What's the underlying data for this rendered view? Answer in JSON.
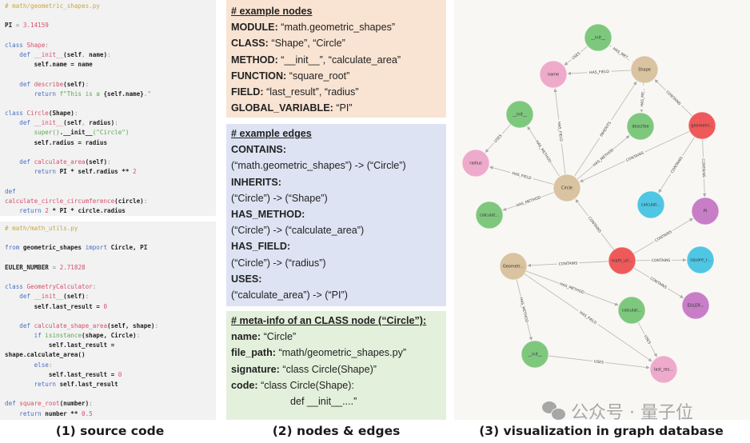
{
  "source_code": {
    "file1": [
      [
        [
          "comment",
          "# math/geometric_shapes.py"
        ]
      ],
      [],
      [
        [
          "plain",
          "PI"
        ],
        [
          "punct",
          " = "
        ],
        [
          "num",
          "3.14159"
        ]
      ],
      [],
      [
        [
          "kw",
          "class "
        ],
        [
          "name",
          "Shape"
        ],
        [
          "punct",
          ":"
        ]
      ],
      [
        [
          "kw",
          "    def "
        ],
        [
          "name",
          "__init__"
        ],
        [
          "plain",
          "(self"
        ],
        [
          "punct",
          ", "
        ],
        [
          "plain",
          "name)"
        ],
        [
          "punct",
          ":"
        ]
      ],
      [
        [
          "plain",
          "        self.name = name"
        ]
      ],
      [],
      [
        [
          "kw",
          "    def "
        ],
        [
          "name",
          "describe"
        ],
        [
          "plain",
          "(self)"
        ],
        [
          "punct",
          ":"
        ]
      ],
      [
        [
          "kw",
          "        return "
        ],
        [
          "str",
          "f\"This is a "
        ],
        [
          "plain",
          "{self.name}"
        ],
        [
          "str",
          ".\""
        ]
      ],
      [],
      [
        [
          "kw",
          "class "
        ],
        [
          "name",
          "Circle"
        ],
        [
          "plain",
          "(Shape)"
        ],
        [
          "punct",
          ":"
        ]
      ],
      [
        [
          "kw",
          "    def "
        ],
        [
          "name",
          "__init__"
        ],
        [
          "plain",
          "(self"
        ],
        [
          "punct",
          ", "
        ],
        [
          "plain",
          "radius)"
        ],
        [
          "punct",
          ":"
        ]
      ],
      [
        [
          "bi",
          "        super()"
        ],
        [
          "plain",
          ".__init__"
        ],
        [
          "str",
          "(\"Circle\")"
        ]
      ],
      [
        [
          "plain",
          "        self.radius = radius"
        ]
      ],
      [],
      [
        [
          "kw",
          "    def "
        ],
        [
          "name",
          "calculate_area"
        ],
        [
          "plain",
          "(self)"
        ],
        [
          "punct",
          ":"
        ]
      ],
      [
        [
          "kw",
          "        return "
        ],
        [
          "plain",
          "PI * self.radius ** "
        ],
        [
          "num",
          "2"
        ]
      ],
      [],
      [
        [
          "kw",
          "def"
        ]
      ],
      [
        [
          "name",
          "calculate_circle_circumference"
        ],
        [
          "plain",
          "(circle)"
        ],
        [
          "punct",
          ":"
        ]
      ],
      [
        [
          "kw",
          "    return "
        ],
        [
          "num",
          "2"
        ],
        [
          "plain",
          " * PI * circle.radius"
        ]
      ]
    ],
    "file2": [
      [
        [
          "comment",
          "# math/math_utils.py"
        ]
      ],
      [],
      [
        [
          "kw",
          "from "
        ],
        [
          "plain",
          "geometric_shapes "
        ],
        [
          "kw",
          "import "
        ],
        [
          "plain",
          "Circle, PI"
        ]
      ],
      [],
      [
        [
          "plain",
          "EULER_NUMBER"
        ],
        [
          "punct",
          " = "
        ],
        [
          "num",
          "2.71828"
        ]
      ],
      [],
      [
        [
          "kw",
          "class "
        ],
        [
          "name",
          "GeometryCalculator"
        ],
        [
          "punct",
          ":"
        ]
      ],
      [
        [
          "kw",
          "    def "
        ],
        [
          "name",
          "__init__"
        ],
        [
          "plain",
          "(self)"
        ],
        [
          "punct",
          ":"
        ]
      ],
      [
        [
          "plain",
          "        self.last_result = "
        ],
        [
          "num",
          "0"
        ]
      ],
      [],
      [
        [
          "kw",
          "    def "
        ],
        [
          "name",
          "calculate_shape_area"
        ],
        [
          "plain",
          "(self, shape)"
        ],
        [
          "punct",
          ":"
        ]
      ],
      [
        [
          "kw",
          "        if "
        ],
        [
          "bi",
          "isinstance"
        ],
        [
          "plain",
          "(shape, Circle)"
        ],
        [
          "punct",
          ":"
        ]
      ],
      [
        [
          "plain",
          "            self.last_result ="
        ]
      ],
      [
        [
          "plain",
          "shape.calculate_area()"
        ]
      ],
      [
        [
          "kw",
          "        else"
        ],
        [
          "punct",
          ":"
        ]
      ],
      [
        [
          "plain",
          "            self.last_result = "
        ],
        [
          "num",
          "0"
        ]
      ],
      [
        [
          "kw",
          "        return "
        ],
        [
          "plain",
          "self.last_result"
        ]
      ],
      [],
      [
        [
          "kw",
          "def "
        ],
        [
          "name",
          "square_root"
        ],
        [
          "plain",
          "(number)"
        ],
        [
          "punct",
          ":"
        ]
      ],
      [
        [
          "kw",
          "    return "
        ],
        [
          "plain",
          "number ** "
        ],
        [
          "num",
          "0.5"
        ]
      ]
    ],
    "caption": "(1) source code"
  },
  "nodes_edges": {
    "nodes_box": {
      "header": "# example nodes",
      "rows": [
        {
          "key": "MODULE:",
          "value": " “math.geometric_shapes”"
        },
        {
          "key": "CLASS:",
          "value": " “Shape”, “Circle”"
        },
        {
          "key": "METHOD:",
          "value": " “__init__”, “calculate_area”"
        },
        {
          "key": "FUNCTION:",
          "value": " “square_root”"
        },
        {
          "key": "FIELD:",
          "value": " “last_result”, “radius”"
        },
        {
          "key": "GLOBAL_VARIABLE:",
          "value": " “PI”"
        }
      ]
    },
    "edges_box": {
      "header": "# example edges",
      "rows": [
        {
          "key": "CONTAINS:",
          "value": "(“math.geometric_shapes”) -> (“Circle”)"
        },
        {
          "key": "INHERITS:",
          "value": "(“Circle”) -> (“Shape”)"
        },
        {
          "key": "HAS_METHOD:",
          "value": "(“Circle”) -> (“calculate_area”)"
        },
        {
          "key": "HAS_FIELD:",
          "value": "(“Circle”) -> (“radius”)"
        },
        {
          "key": "USES:",
          "value": "(“calculate_area”) -> (“PI”)"
        }
      ]
    },
    "meta_box": {
      "header": "# meta-info of an CLASS node (“Circle”):",
      "rows": [
        {
          "key": "name:",
          "value": " “Circle”"
        },
        {
          "key": "file_path:",
          "value": " “math/geometric_shapes.py”"
        },
        {
          "key": "signature:",
          "value": " “class Circle(Shape)”"
        },
        {
          "key": "code:",
          "value": " “class Circle(Shape):"
        }
      ],
      "continuation": "def __init__....”"
    },
    "caption": "(2) nodes & edges"
  },
  "graph": {
    "caption": "(3) visualization in graph database",
    "colors": {
      "class": "#d9c3a0",
      "method": "#7ec87e",
      "field": "#eeaacb",
      "module": "#ee5a5a",
      "function": "#4fc6e3",
      "global_variable": "#c77ec7"
    },
    "nodes": [
      {
        "id": "init1",
        "label": "__init__",
        "type": "method"
      },
      {
        "id": "name",
        "label": "name",
        "type": "field"
      },
      {
        "id": "shape",
        "label": "Shape",
        "type": "class"
      },
      {
        "id": "init2",
        "label": "__init__",
        "type": "method"
      },
      {
        "id": "describe",
        "label": "describe",
        "type": "method"
      },
      {
        "id": "geomod",
        "label": "geometri...",
        "type": "module"
      },
      {
        "id": "radius",
        "label": "radius",
        "type": "field"
      },
      {
        "id": "circle",
        "label": "Circle",
        "type": "class"
      },
      {
        "id": "calc1",
        "label": "calculat...",
        "type": "method"
      },
      {
        "id": "calc2",
        "label": "calculat...",
        "type": "function"
      },
      {
        "id": "pi",
        "label": "PI",
        "type": "global_variable"
      },
      {
        "id": "geocalc",
        "label": "Geometr...",
        "type": "class"
      },
      {
        "id": "mathutils",
        "label": "math_uti...",
        "type": "module"
      },
      {
        "id": "sqroot",
        "label": "square_r...",
        "type": "function"
      },
      {
        "id": "euler",
        "label": "EULER...",
        "type": "global_variable"
      },
      {
        "id": "calc3",
        "label": "calculat...",
        "type": "method"
      },
      {
        "id": "init3",
        "label": "__init__",
        "type": "method"
      },
      {
        "id": "lastres",
        "label": "last_res...",
        "type": "field"
      }
    ],
    "edges": [
      {
        "from": "init1",
        "to": "name",
        "label": "USES"
      },
      {
        "from": "shape",
        "to": "init1",
        "label": "HAS_MET..."
      },
      {
        "from": "shape",
        "to": "name",
        "label": "HAS_FIELD"
      },
      {
        "from": "shape",
        "to": "describe",
        "label": "HAS_ME..."
      },
      {
        "from": "geomod",
        "to": "shape",
        "label": "CONTAINS"
      },
      {
        "from": "init2",
        "to": "radius",
        "label": "USES"
      },
      {
        "from": "circle",
        "to": "init2",
        "label": "HAS_METHOD"
      },
      {
        "from": "circle",
        "to": "name",
        "label": "HAS_FIELD"
      },
      {
        "from": "circle",
        "to": "shape",
        "label": "INHERITS"
      },
      {
        "from": "circle",
        "to": "describe",
        "label": "HAS_METHOD"
      },
      {
        "from": "geomod",
        "to": "circle",
        "label": "CONTAINS"
      },
      {
        "from": "circle",
        "to": "radius",
        "label": "HAS_FIELD"
      },
      {
        "from": "circle",
        "to": "calc1",
        "label": "HAS_METHOD"
      },
      {
        "from": "geomod",
        "to": "calc2",
        "label": "CONTAINS"
      },
      {
        "from": "geomod",
        "to": "pi",
        "label": "CONTAINS"
      },
      {
        "from": "mathutils",
        "to": "circle",
        "label": "CONTAINS"
      },
      {
        "from": "mathutils",
        "to": "pi",
        "label": "CONTAINS"
      },
      {
        "from": "mathutils",
        "to": "geocalc",
        "label": "CONTAINS"
      },
      {
        "from": "mathutils",
        "to": "sqroot",
        "label": "CONTAINS"
      },
      {
        "from": "mathutils",
        "to": "euler",
        "label": "CONTAINS"
      },
      {
        "from": "geocalc",
        "to": "calc3",
        "label": "HAS_METHOD"
      },
      {
        "from": "geocalc",
        "to": "lastres",
        "label": "HAS_FIELD"
      },
      {
        "from": "geocalc",
        "to": "init3",
        "label": "HAS_METHOD"
      },
      {
        "from": "calc3",
        "to": "lastres",
        "label": "USES"
      },
      {
        "from": "init3",
        "to": "lastres",
        "label": "USES"
      }
    ]
  },
  "watermark": {
    "icon": "wechat-icon",
    "text": "公众号 · 量子位"
  }
}
